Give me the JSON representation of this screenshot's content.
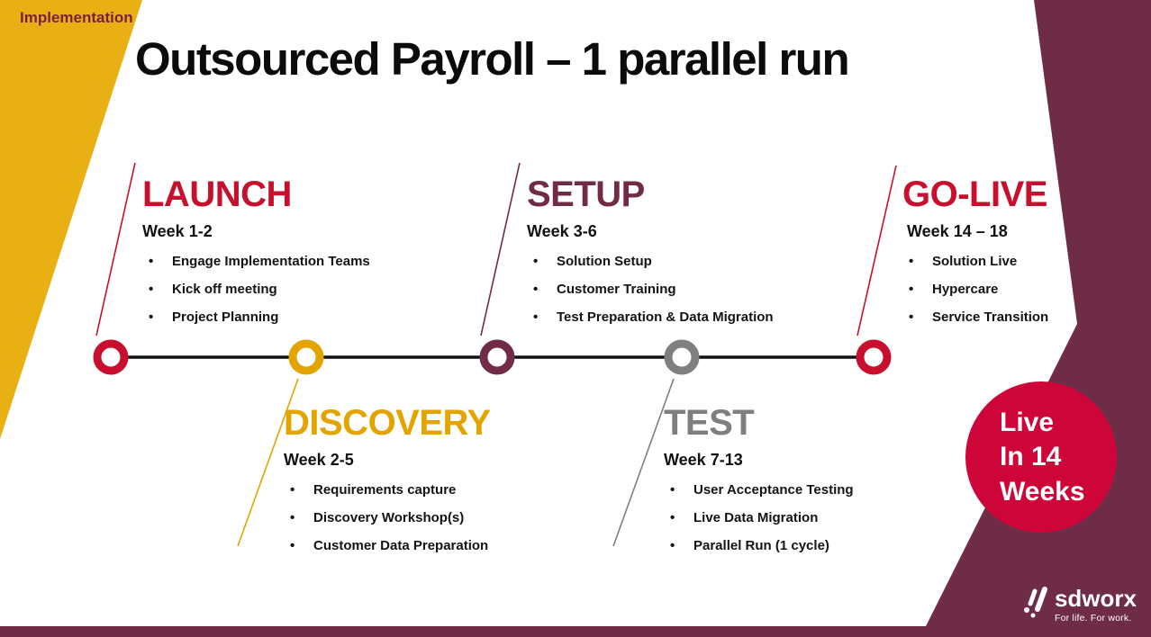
{
  "slide": {
    "tag": "Implementation",
    "title": "Outsourced Payroll – 1 parallel run"
  },
  "colors": {
    "yellow_wedge": "#E8B013",
    "maroon_wedge": "#6F2C47",
    "bottom_bar": "#6F2C47",
    "timeline_line": "#111111",
    "tag_text": "#7A1F3D",
    "badge_red": "#CE0538"
  },
  "milestones": [
    {
      "name": "LAUNCH",
      "week": "Week 1-2",
      "color": "#C8102E",
      "position": "above",
      "items": [
        "Engage Implementation Teams",
        "Kick off meeting",
        "Project Planning"
      ]
    },
    {
      "name": "DISCOVERY",
      "week": "Week 2-5",
      "color": "#E3A400",
      "position": "below",
      "items": [
        "Requirements capture",
        "Discovery Workshop(s)",
        "Customer Data Preparation"
      ]
    },
    {
      "name": "SETUP",
      "week": "Week 3-6",
      "color": "#722B47",
      "position": "above",
      "items": [
        "Solution Setup",
        "Customer Training",
        "Test Preparation & Data Migration"
      ]
    },
    {
      "name": "TEST",
      "week": "Week 7-13",
      "color": "#7F7F7F",
      "position": "below",
      "items": [
        "User Acceptance Testing",
        "Live Data Migration",
        "Parallel Run (1 cycle)"
      ]
    },
    {
      "name": "GO-LIVE",
      "week": "Week 14 – 18",
      "color": "#C8102E",
      "position": "above",
      "items": [
        "Solution Live",
        "Hypercare",
        "Service Transition"
      ]
    }
  ],
  "badge": {
    "color": "#CE0538",
    "lines": [
      "Live",
      "In 14",
      "Weeks"
    ]
  },
  "logo": {
    "name": "sdworx",
    "tagline": "For life. For work."
  }
}
